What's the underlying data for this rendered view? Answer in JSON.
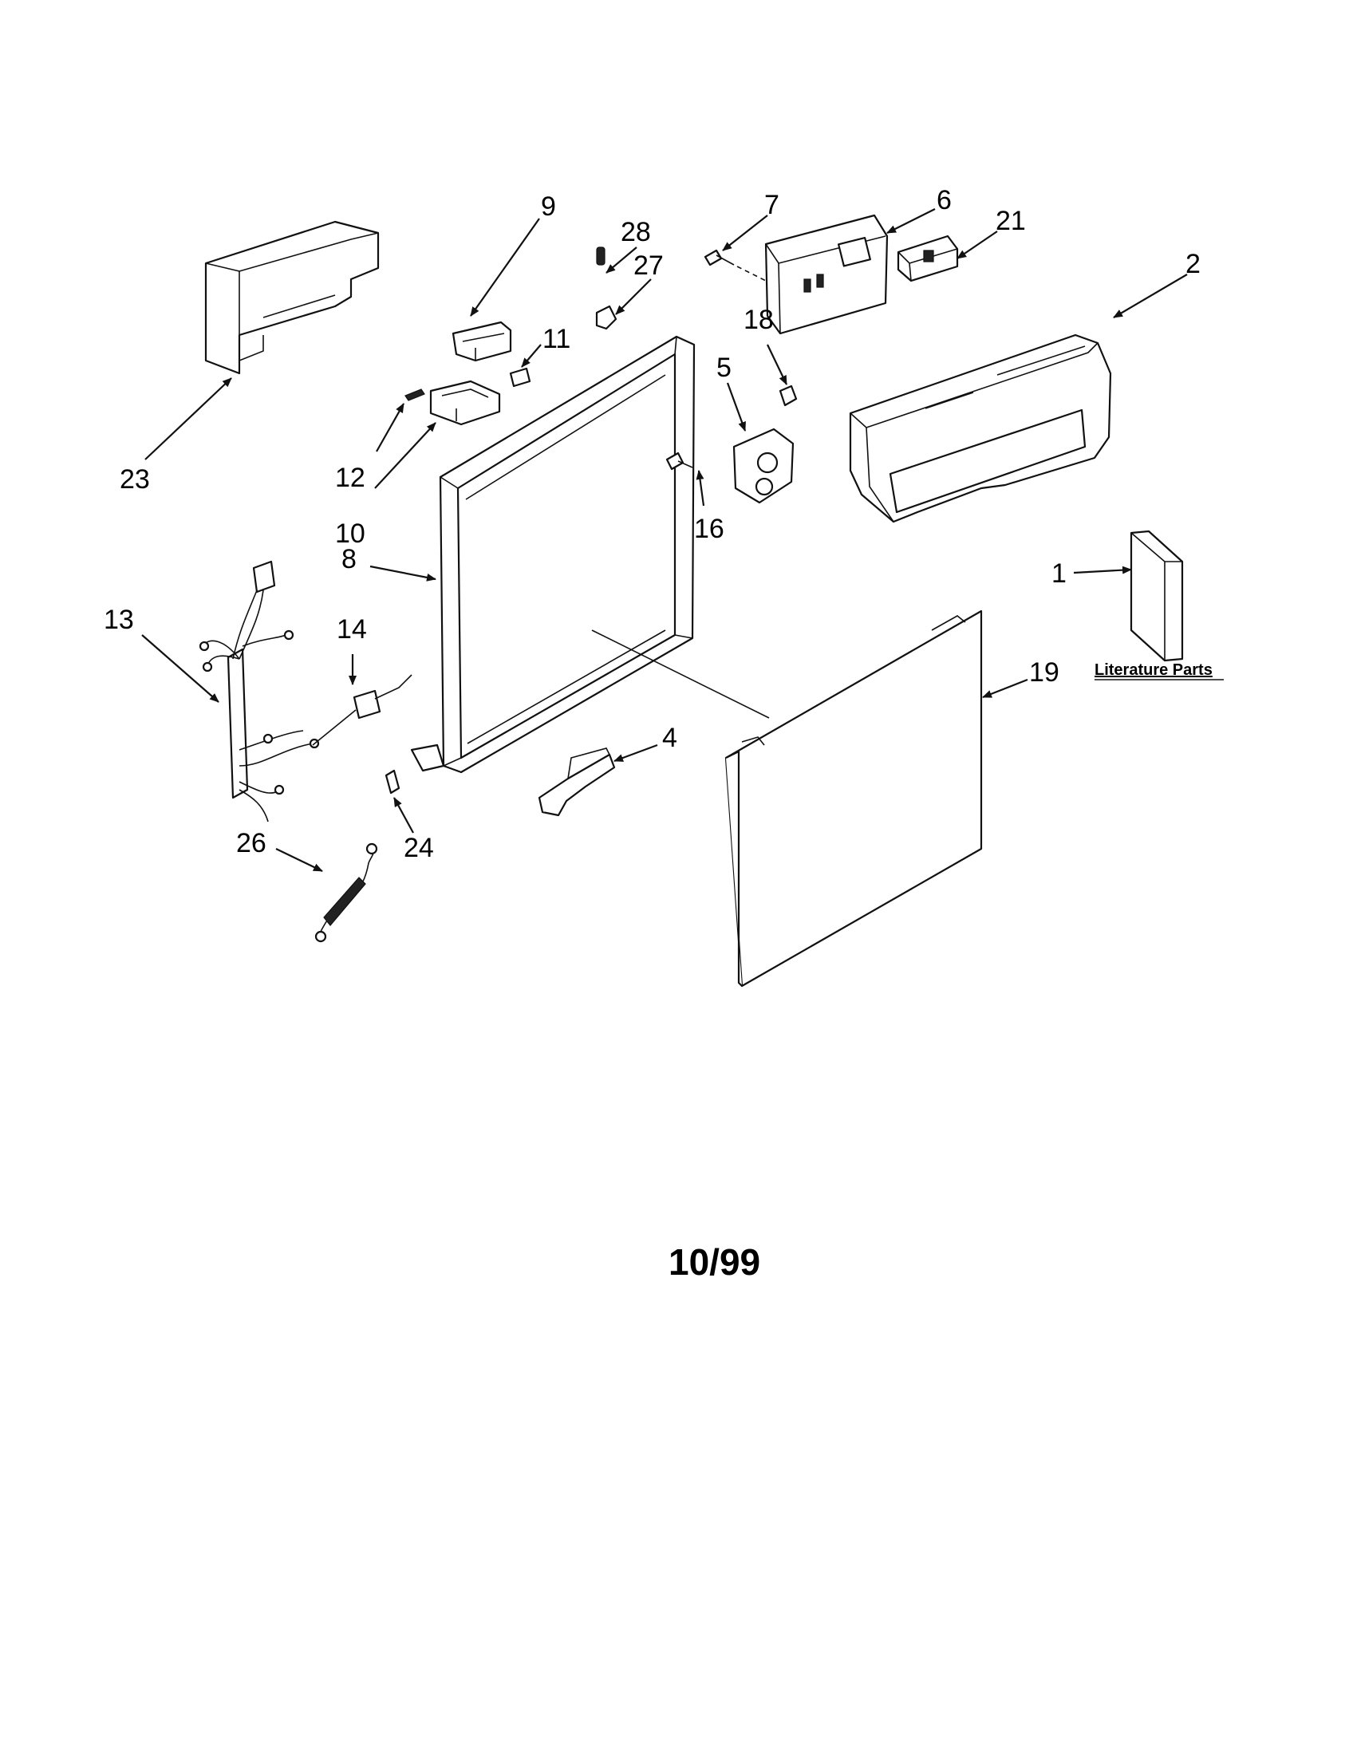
{
  "diagram": {
    "callouts": {
      "c1": "1",
      "c2": "2",
      "c4": "4",
      "c5": "5",
      "c6": "6",
      "c7": "7",
      "c8": "8",
      "c9": "9",
      "c10": "10",
      "c11": "11",
      "c12": "12",
      "c13": "13",
      "c14": "14",
      "c16": "16",
      "c18": "18",
      "c19": "19",
      "c21": "21",
      "c23": "23",
      "c24": "24",
      "c26": "26",
      "c27": "27",
      "c28": "28"
    },
    "literature_label": "Literature Parts",
    "date_code": "10/99"
  }
}
